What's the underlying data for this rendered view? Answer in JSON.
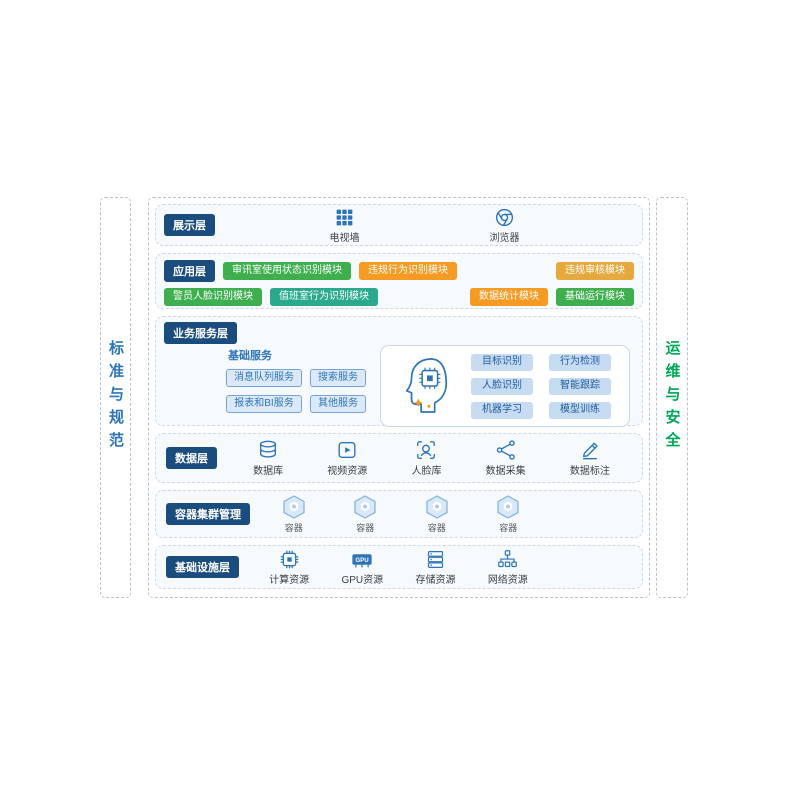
{
  "sidebars": {
    "left": {
      "label": "标准与规范",
      "color": "#2e75b6"
    },
    "right": {
      "label": "运维与安全",
      "color": "#00a65a"
    }
  },
  "colors": {
    "layer_label_bg": "#1b4c7e",
    "module_green": "#3fae4f",
    "module_orange": "#f59a23",
    "module_amber": "#e5a93d",
    "module_teal": "#2aa98d",
    "service_chip_bg": "#dce9fa",
    "ai_chip_bg": "#c7dcf3",
    "accent_blue": "#2e75b6",
    "sparkle_orange": "#f59a23"
  },
  "layers": {
    "presentation": {
      "label": "展示层",
      "items": [
        {
          "icon": "tv-wall-icon",
          "label": "电视墙"
        },
        {
          "icon": "browser-icon",
          "label": "浏览器"
        }
      ]
    },
    "application": {
      "label": "应用层",
      "modules": [
        {
          "label": "审讯室使用状态识别模块",
          "color": "green"
        },
        {
          "label": "违规行为识别模块",
          "color": "orange"
        },
        {
          "label": "违规审核模块",
          "color": "amber"
        },
        {
          "label": "警员人脸识别模块",
          "color": "green"
        },
        {
          "label": "值班室行为识别模块",
          "color": "teal"
        },
        {
          "label": "数据统计模块",
          "color": "orange"
        },
        {
          "label": "基础运行模块",
          "color": "green"
        }
      ]
    },
    "business": {
      "label": "业务服务层",
      "basic_services_title": "基础服务",
      "basic_services": [
        "消息队列服务",
        "搜索服务",
        "报表和BI服务",
        "其他服务"
      ],
      "ai_icon": "ai-head-chip-icon",
      "ai_capabilities": [
        "目标识别",
        "行为检测",
        "人脸识别",
        "智能跟踪",
        "机器学习",
        "模型训练"
      ]
    },
    "data": {
      "label": "数据层",
      "items": [
        {
          "icon": "database-icon",
          "label": "数据库"
        },
        {
          "icon": "video-resource-icon",
          "label": "视频资源"
        },
        {
          "icon": "face-library-icon",
          "label": "人脸库"
        },
        {
          "icon": "data-collect-icon",
          "label": "数据采集"
        },
        {
          "icon": "data-annotate-icon",
          "label": "数据标注"
        }
      ]
    },
    "container": {
      "label": "容器集群管理",
      "items": [
        {
          "icon": "container-hexagon-icon",
          "label": "容器"
        },
        {
          "icon": "container-hexagon-icon",
          "label": "容器"
        },
        {
          "icon": "container-hexagon-icon",
          "label": "容器"
        },
        {
          "icon": "container-hexagon-icon",
          "label": "容器"
        }
      ]
    },
    "infrastructure": {
      "label": "基础设施层",
      "items": [
        {
          "icon": "cpu-icon",
          "label": "计算资源"
        },
        {
          "icon": "gpu-icon",
          "label": "GPU资源"
        },
        {
          "icon": "storage-icon",
          "label": "存储资源"
        },
        {
          "icon": "network-icon",
          "label": "网络资源"
        }
      ]
    }
  }
}
